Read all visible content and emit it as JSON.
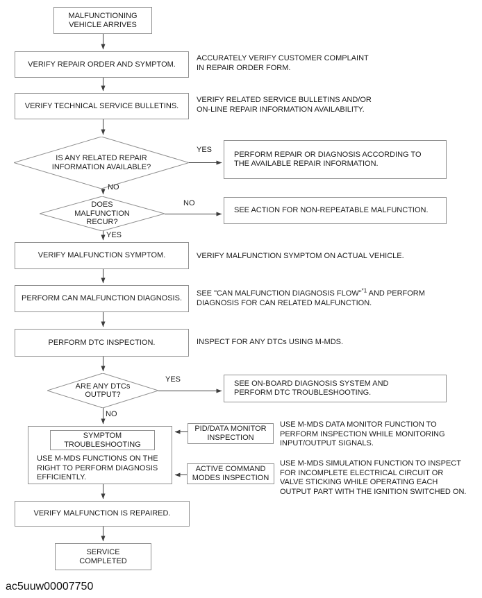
{
  "labels": {
    "yes": "YES",
    "no": "NO"
  },
  "nodes": {
    "start": {
      "label": "MALFUNCTIONING VEHICLE ARRIVES"
    },
    "verify_repair_order": {
      "label": "VERIFY REPAIR ORDER AND SYMPTOM."
    },
    "verify_tsb": {
      "label": "VERIFY TECHNICAL SERVICE BULLETINS."
    },
    "repair_info_available": {
      "label": "IS ANY RELATED REPAIR INFORMATION AVAILABLE?"
    },
    "perform_repair": {
      "label": "PERFORM REPAIR OR DIAGNOSIS ACCORDING TO THE AVAILABLE REPAIR INFORMATION."
    },
    "malfunction_recur": {
      "label": "DOES MALFUNCTION RECUR?"
    },
    "non_repeatable": {
      "label": "SEE ACTION FOR NON-REPEATABLE MALFUNCTION."
    },
    "verify_symptom": {
      "label": "VERIFY MALFUNCTION SYMPTOM."
    },
    "can_diagnosis": {
      "label": "PERFORM CAN MALFUNCTION DIAGNOSIS."
    },
    "dtc_inspection": {
      "label": "PERFORM DTC INSPECTION."
    },
    "dtcs_output": {
      "label": "ARE ANY DTCs OUTPUT?"
    },
    "onboard_diagnosis": {
      "label": "SEE ON-BOARD DIAGNOSIS SYSTEM AND PERFORM DTC TROUBLESHOOTING."
    },
    "symptom_troubleshooting": {
      "title": "SYMPTOM TROUBLESHOOTING",
      "body": "USE M-MDS FUNCTIONS ON THE RIGHT TO PERFORM DIAGNOSIS EFFICIENTLY."
    },
    "pid_monitor": {
      "label": "PID/DATA MONITOR INSPECTION"
    },
    "active_command": {
      "label": "ACTIVE COMMAND MODES INSPECTION"
    },
    "verify_repaired": {
      "label": "VERIFY MALFUNCTION IS REPAIRED."
    },
    "service_completed": {
      "label": "SERVICE COMPLETED"
    }
  },
  "notes": {
    "repair_order": "ACCURATELY VERIFY CUSTOMER COMPLAINT IN REPAIR ORDER FORM.",
    "tsb": "VERIFY RELATED SERVICE BULLETINS AND/OR ON-LINE REPAIR INFORMATION AVAILABILITY.",
    "symptom": "VERIFY MALFUNCTION SYMPTOM ON ACTUAL VEHICLE.",
    "can": {
      "pre": "SEE \"CAN MALFUNCTION DIAGNOSIS FLOW\"",
      "sup": "*1",
      "post": " AND PERFORM DIAGNOSIS FOR CAN RELATED MALFUNCTION."
    },
    "dtc": "INSPECT FOR ANY DTCs USING M-MDS.",
    "pid": "USE M-MDS DATA MONITOR FUNCTION TO PERFORM INSPECTION WHILE MONITORING INPUT/OUTPUT SIGNALS.",
    "active": "USE M-MDS SIMULATION FUNCTION TO INSPECT FOR INCOMPLETE ELECTRICAL CIRCUIT OR VALVE STICKING WHILE OPERATING EACH OUTPUT PART WITH THE IGNITION SWITCHED ON."
  },
  "footer": {
    "code": "ac5uuw00007750"
  },
  "colors": {
    "background": "#ffffff",
    "box_border": "#8f8f8f",
    "arrow_line": "#3d3d3d",
    "text": "#1a1a1a"
  }
}
